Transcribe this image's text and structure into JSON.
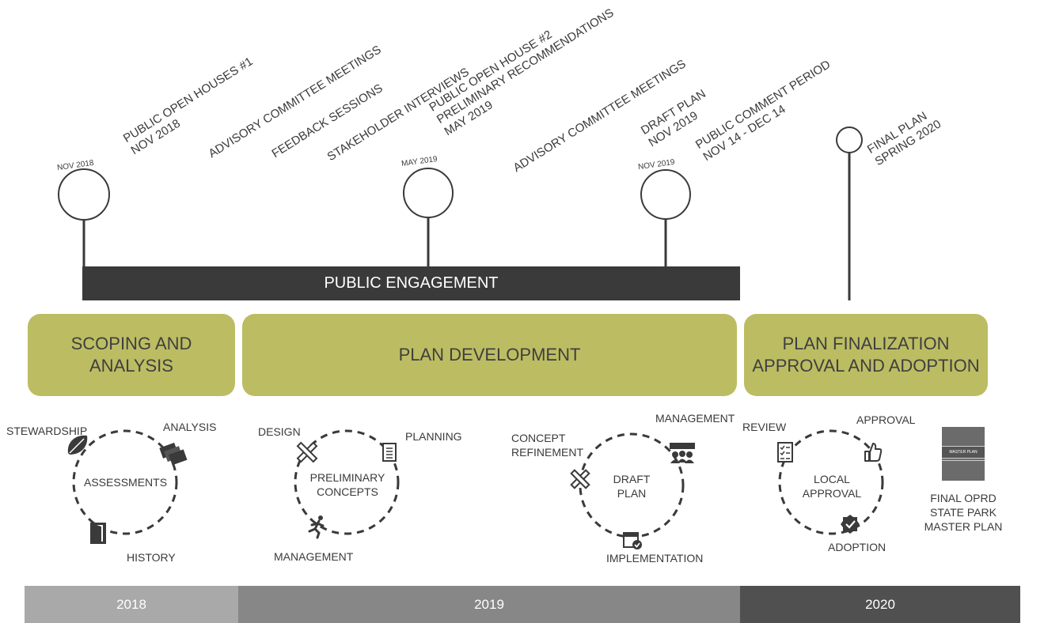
{
  "milestones": {
    "m1": "NOV 2018",
    "m2": "MAY 2019",
    "m3": "NOV 2019"
  },
  "rotated_labels": {
    "open_house_1": "PUBLIC OPEN HOUSES #1\nNOV 2018",
    "advisory_1": "ADVISORY COMMITTEE MEETINGS",
    "feedback": "FEEDBACK SESSIONS",
    "stakeholder": "STAKEHOLDER INTERVIEWS",
    "open_house_2": "PUBLIC OPEN HOUSE #2\nPRELIMINARY RECOMMENDATIONS\nMAY 2019",
    "advisory_2": "ADVISORY COMMITTEE MEETINGS",
    "draft_plan": "DRAFT PLAN\nNOV 2019",
    "comment_period": "PUBLIC COMMENT PERIOD\nNOV 14 - DEC 14",
    "final_plan": "FINAL PLAN\nSPRING 2020"
  },
  "engagement_bar": "PUBLIC ENGAGEMENT",
  "phases": {
    "scoping": "SCOPING AND\nANALYSIS",
    "development": "PLAN DEVELOPMENT",
    "finalization": "PLAN FINALIZATION\nAPPROVAL AND ADOPTION"
  },
  "cycles": {
    "assessments": {
      "center": "ASSESSMENTS",
      "stewardship": "STEWARDSHIP",
      "analysis": "ANALYSIS",
      "history": "HISTORY"
    },
    "preliminary": {
      "center": "PRELIMINARY\nCONCEPTS",
      "design": "DESIGN",
      "planning": "PLANNING",
      "management": "MANAGEMENT"
    },
    "draft": {
      "center": "DRAFT\nPLAN",
      "concept_refinement": "CONCEPT\nREFINEMENT",
      "management": "MANAGEMENT",
      "implementation": "IMPLEMENTATION"
    },
    "approval": {
      "center": "LOCAL\nAPPROVAL",
      "review": "REVIEW",
      "approval": "APPROVAL",
      "adoption": "ADOPTION"
    }
  },
  "final_doc": {
    "cover_text": "MASTER PLAN",
    "label": "FINAL OPRD\nSTATE PARK\nMASTER PLAN"
  },
  "years": {
    "y2018": "2018",
    "y2019": "2019",
    "y2020": "2020"
  },
  "colors": {
    "phase_green": "#bcbd63",
    "engagement_dark": "#3a3a3a",
    "year_2018": "#a9a9a9",
    "year_2019": "#878787",
    "year_2020": "#505050"
  },
  "icons": [
    "leaf-icon",
    "books-icon",
    "door-icon",
    "pencil-ruler-icon",
    "document-icon",
    "runner-icon",
    "pencil-ruler-icon",
    "meeting-icon",
    "calendar-check-icon",
    "checklist-icon",
    "thumbs-up-icon",
    "badge-check-icon",
    "plan-document-icon"
  ]
}
